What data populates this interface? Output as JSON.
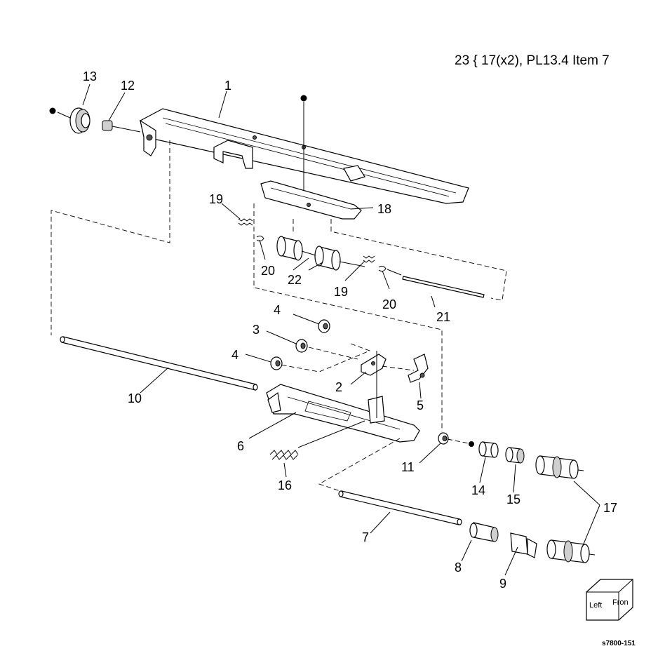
{
  "note": "23 { 17(x2), PL13.4 Item 7",
  "figure_code": "s7800-151",
  "orientation_cube": {
    "left": "Left",
    "front": "Fron"
  },
  "callouts": {
    "p1": "1",
    "p2": "2",
    "p3": "3",
    "p4a": "4",
    "p4b": "4",
    "p5": "5",
    "p6": "6",
    "p7": "7",
    "p8": "8",
    "p9": "9",
    "p10": "10",
    "p11": "11",
    "p12": "12",
    "p13": "13",
    "p14": "14",
    "p15": "15",
    "p16": "16",
    "p17": "17",
    "p18": "18",
    "p19a": "19",
    "p19b": "19",
    "p20a": "20",
    "p20b": "20",
    "p21": "21",
    "p22": "22"
  }
}
